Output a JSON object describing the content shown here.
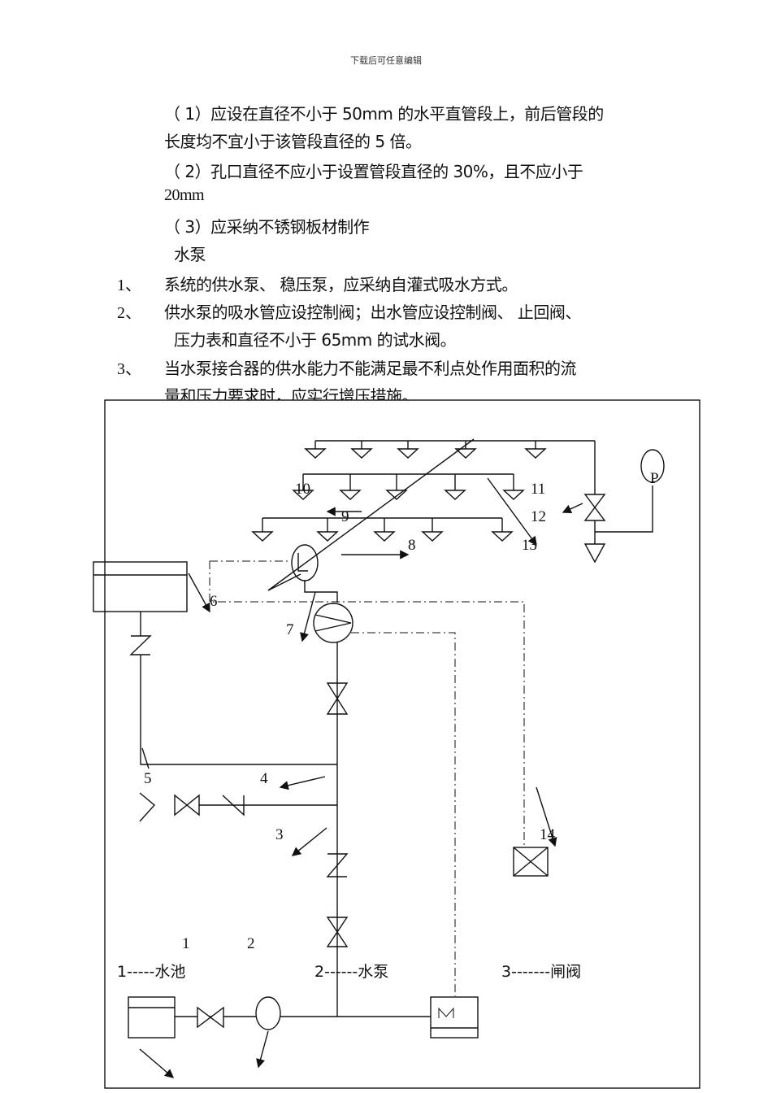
{
  "header": "下载后可任意编辑",
  "paragraphs": [
    "（ 1）应设在直径不小于 50mm 的水平直管段上，前后管段的",
    "长度均不宜小于该管段直径的 5 倍。",
    "（ 2）孔口直径不应小于设置管段直径的 30%，且不应小于",
    "20mm",
    "（ 3）应采纳不锈钢板材制作",
    "水泵"
  ],
  "list": [
    {
      "num": "1、",
      "lines": [
        "系统的供水泵、 稳压泵，应采纳自灌式吸水方式。"
      ]
    },
    {
      "num": "2、",
      "lines": [
        "供水泵的吸水管应设控制阀；出水管应设控制阀、 止回阀、",
        "压力表和直径不小于 65mm 的试水阀。"
      ]
    },
    {
      "num": "3、",
      "lines": [
        "当水泵接合器的供水能力不能满足最不利点处作用面积的流",
        "量和压力要求时，应实行增压措施。"
      ]
    }
  ],
  "diagram": {
    "labels": {
      "l1": "1",
      "l2": "2",
      "l3": "3",
      "l4": "4",
      "l5": "5",
      "l6": "6",
      "l7": "7",
      "l8": "8",
      "l9": "9",
      "l10": "10",
      "l11": "11",
      "l12": "12",
      "l13": "13",
      "l14": "14",
      "gauge": "P"
    },
    "legend": [
      "1-----水池",
      "2------水泵",
      "3-------闸阀"
    ]
  }
}
